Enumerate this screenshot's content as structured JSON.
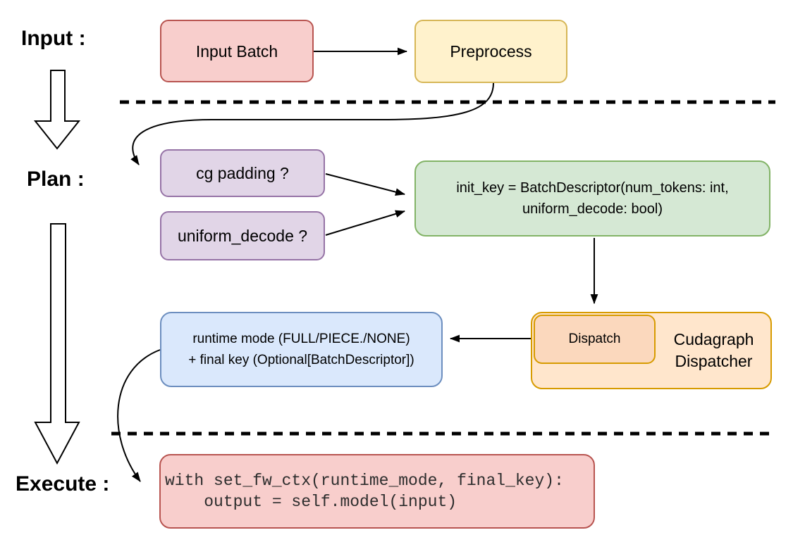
{
  "diagram_title": "cudagraph-dispatch-flow",
  "stage_labels": {
    "input": "Input :",
    "plan": "Plan :",
    "execute": "Execute :"
  },
  "nodes": {
    "input_batch": "Input Batch",
    "preprocess": "Preprocess",
    "cg_padding": "cg padding ?",
    "uniform_decode": "uniform_decode ?",
    "init_key_line1": "init_key = BatchDescriptor(num_tokens: int,",
    "init_key_line2": "uniform_decode: bool)",
    "dispatch": "Dispatch",
    "dispatcher_line1": "Cudagraph",
    "dispatcher_line2": "Dispatcher",
    "runtime_line1": "runtime mode (FULL/PIECE./NONE)",
    "runtime_line2": "+ final key (Optional[BatchDescriptor])",
    "code_line1": "with set_fw_ctx(runtime_mode, final_key):",
    "code_line2": "    output = self.model(input)"
  },
  "colors": {
    "red_fill": "#F8CECC",
    "red_stroke": "#B85450",
    "yellow_fill": "#FFF2CC",
    "yellow_stroke": "#D6B656",
    "purple_fill": "#E1D5E7",
    "purple_stroke": "#9673A6",
    "green_fill": "#D5E8D4",
    "green_stroke": "#82B366",
    "orange_fill": "#FFE6CC",
    "orange_inner_fill": "#FBD8BD",
    "orange_stroke": "#D79B00",
    "blue_fill": "#DAE8FC",
    "blue_stroke": "#6C8EBF",
    "arrow_color": "#000000",
    "background": "#FFFFFF"
  }
}
